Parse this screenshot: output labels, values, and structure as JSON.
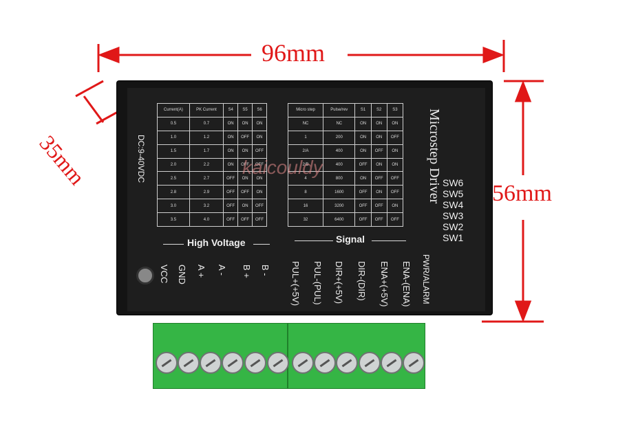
{
  "dimensions": {
    "width_label": "96mm",
    "height_label": "56mm",
    "depth_label": "35mm"
  },
  "device": {
    "title": "Microstep Driver",
    "voltage": "DC:9-40VDC",
    "watermark": "kaicouldy",
    "switch_labels": [
      "SW6",
      "SW5",
      "SW4",
      "SW3",
      "SW2",
      "SW1"
    ],
    "current_table": {
      "headers": [
        "Current(A)",
        "PK Current",
        "S4",
        "S5",
        "S6"
      ],
      "rows": [
        [
          "0.5",
          "0.7",
          "ON",
          "ON",
          "ON"
        ],
        [
          "1.0",
          "1.2",
          "ON",
          "OFF",
          "ON"
        ],
        [
          "1.5",
          "1.7",
          "ON",
          "ON",
          "OFF"
        ],
        [
          "2.0",
          "2.2",
          "ON",
          "OFF",
          "OFF"
        ],
        [
          "2.5",
          "2.7",
          "OFF",
          "ON",
          "ON"
        ],
        [
          "2.8",
          "2.9",
          "OFF",
          "OFF",
          "ON"
        ],
        [
          "3.0",
          "3.2",
          "OFF",
          "ON",
          "OFF"
        ],
        [
          "3.5",
          "4.0",
          "OFF",
          "OFF",
          "OFF"
        ]
      ]
    },
    "step_table": {
      "headers": [
        "Micro step",
        "Pulse/rev",
        "S1",
        "S2",
        "S3"
      ],
      "rows": [
        [
          "NC",
          "NC",
          "ON",
          "ON",
          "ON"
        ],
        [
          "1",
          "200",
          "ON",
          "ON",
          "OFF"
        ],
        [
          "2/A",
          "400",
          "ON",
          "OFF",
          "ON"
        ],
        [
          "2/B",
          "400",
          "OFF",
          "ON",
          "ON"
        ],
        [
          "4",
          "800",
          "ON",
          "OFF",
          "OFF"
        ],
        [
          "8",
          "1600",
          "OFF",
          "ON",
          "OFF"
        ],
        [
          "16",
          "3200",
          "OFF",
          "OFF",
          "ON"
        ],
        [
          "32",
          "6400",
          "OFF",
          "OFF",
          "OFF"
        ]
      ]
    },
    "groups": {
      "high_voltage": "High Voltage",
      "signal": "Signal"
    },
    "high_voltage_pins": [
      "VCC",
      "GND",
      "A +",
      "A -",
      "B +",
      "B -"
    ],
    "signal_pins": [
      "PUL+(+5V)",
      "PUL-(PUL)",
      "DIR+(+5V)",
      "DIR-(DIR)",
      "ENA+(+5V)",
      "ENA-(ENA)"
    ],
    "status_label": "PWR/ALARM"
  },
  "colors": {
    "dimension": "#e01818",
    "body": "#141414",
    "terminal": "#35b545"
  }
}
